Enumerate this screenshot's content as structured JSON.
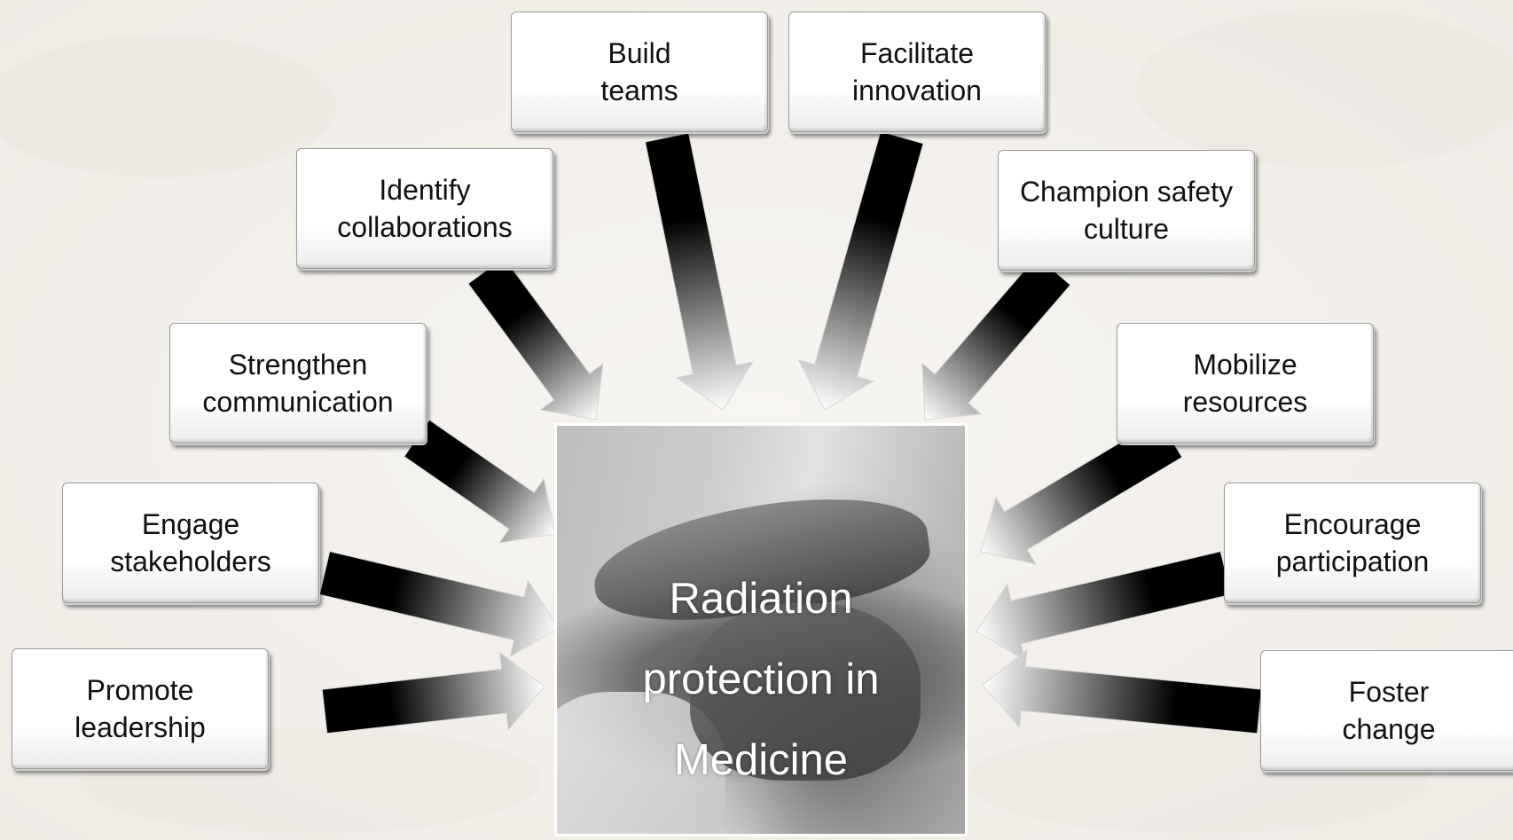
{
  "diagram": {
    "center_label": "Radiation\nprotection in\nMedicine",
    "nodes": [
      {
        "id": "build-teams",
        "label": "Build\nteams"
      },
      {
        "id": "facilitate-innovation",
        "label": "Facilitate\ninnovation"
      },
      {
        "id": "identify-collaborations",
        "label": "Identify\ncollaborations"
      },
      {
        "id": "champion-safety-culture",
        "label": "Champion safety\nculture"
      },
      {
        "id": "strengthen-communication",
        "label": "Strengthen\ncommunication"
      },
      {
        "id": "mobilize-resources",
        "label": "Mobilize\nresources"
      },
      {
        "id": "engage-stakeholders",
        "label": "Engage\nstakeholders"
      },
      {
        "id": "encourage-participation",
        "label": "Encourage\nparticipation"
      },
      {
        "id": "promote-leadership",
        "label": "Promote\nleadership"
      },
      {
        "id": "foster-change",
        "label": "Foster\nchange"
      }
    ],
    "edges": [
      {
        "from": "build-teams",
        "to": "center"
      },
      {
        "from": "facilitate-innovation",
        "to": "center"
      },
      {
        "from": "identify-collaborations",
        "to": "center"
      },
      {
        "from": "champion-safety-culture",
        "to": "center"
      },
      {
        "from": "strengthen-communication",
        "to": "center"
      },
      {
        "from": "mobilize-resources",
        "to": "center"
      },
      {
        "from": "engage-stakeholders",
        "to": "center"
      },
      {
        "from": "encourage-participation",
        "to": "center"
      },
      {
        "from": "promote-leadership",
        "to": "center"
      },
      {
        "from": "foster-change",
        "to": "center"
      }
    ],
    "arrow_color_start": "#000000",
    "arrow_color_end": "#ffffff"
  }
}
